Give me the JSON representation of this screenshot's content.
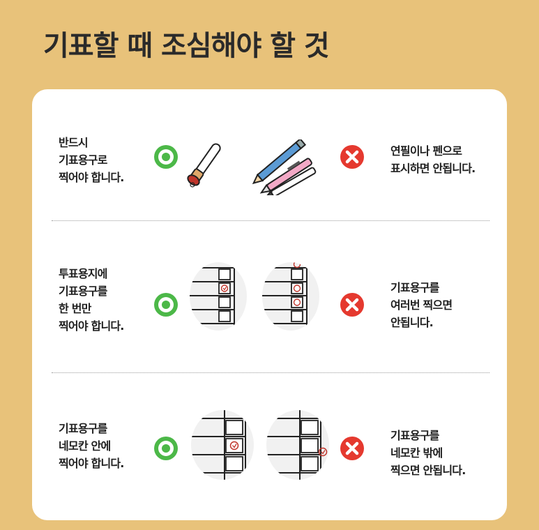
{
  "title": "기표할 때 조심해야 할 것",
  "rows": [
    {
      "left_lines": [
        "반드시",
        "기표용구로",
        "찍어야 합니다."
      ],
      "right_lines": [
        "연필이나 펜으로",
        "표시하면 안됩니다."
      ]
    },
    {
      "left_lines": [
        "투표용지에",
        "기표용구를",
        "한 번만",
        "찍어야 합니다."
      ],
      "right_lines": [
        "기표용구를",
        "여러번 찍으면",
        "안됩니다."
      ]
    },
    {
      "left_lines": [
        "기표용구를",
        "네모칸 안에",
        "찍어야 합니다."
      ],
      "right_lines": [
        "기표용구를",
        "네모칸 밖에",
        "찍으면 안됩니다."
      ]
    }
  ],
  "icons": {
    "correct": "correct-circle-icon",
    "wrong": "wrong-x-icon",
    "stamp": "ballot-stamp-icon",
    "pencil_pens": "pencil-and-pens-icon",
    "ballot": "ballot-paper-icon"
  },
  "colors": {
    "background": "#e8c27a",
    "card": "#ffffff",
    "correct": "#4cb848",
    "wrong": "#e5392f",
    "stamp_tip": "#c0352b",
    "pencil": "#5b9bd5",
    "pink_pen": "#f3a9c6"
  }
}
